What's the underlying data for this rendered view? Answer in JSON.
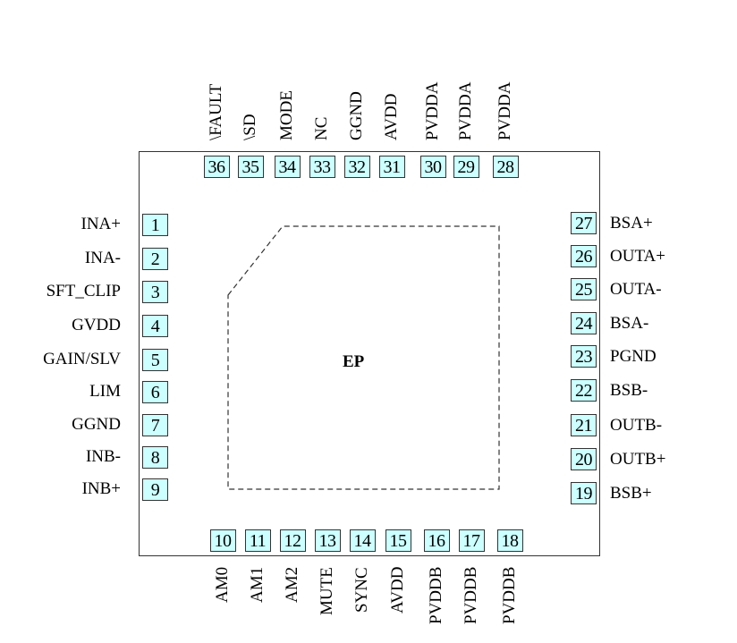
{
  "diagram": {
    "type": "ic-pinout",
    "package_pad_color": "#ccffff",
    "exposed_pad_label": "EP",
    "top_pins": [
      {
        "number": "36",
        "name": "\\FAULT"
      },
      {
        "number": "35",
        "name": "\\SD"
      },
      {
        "number": "34",
        "name": "MODE"
      },
      {
        "number": "33",
        "name": "NC"
      },
      {
        "number": "32",
        "name": "GGND"
      },
      {
        "number": "31",
        "name": "AVDD"
      },
      {
        "number": "30",
        "name": "PVDDA"
      },
      {
        "number": "29",
        "name": "PVDDA"
      },
      {
        "number": "28",
        "name": "PVDDA"
      }
    ],
    "left_pins": [
      {
        "number": "1",
        "name": "INA+"
      },
      {
        "number": "2",
        "name": "INA-"
      },
      {
        "number": "3",
        "name": "SFT_CLIP"
      },
      {
        "number": "4",
        "name": "GVDD"
      },
      {
        "number": "5",
        "name": "GAIN/SLV"
      },
      {
        "number": "6",
        "name": "LIM"
      },
      {
        "number": "7",
        "name": "GGND"
      },
      {
        "number": "8",
        "name": "INB-"
      },
      {
        "number": "9",
        "name": "INB+"
      }
    ],
    "right_pins": [
      {
        "number": "27",
        "name": "BSA+"
      },
      {
        "number": "26",
        "name": "OUTA+"
      },
      {
        "number": "25",
        "name": "OUTA-"
      },
      {
        "number": "24",
        "name": "BSA-"
      },
      {
        "number": "23",
        "name": "PGND"
      },
      {
        "number": "22",
        "name": "BSB-"
      },
      {
        "number": "21",
        "name": "OUTB-"
      },
      {
        "number": "20",
        "name": "OUTB+"
      },
      {
        "number": "19",
        "name": "BSB+"
      }
    ],
    "bottom_pins": [
      {
        "number": "10",
        "name": "AM0"
      },
      {
        "number": "11",
        "name": "AM1"
      },
      {
        "number": "12",
        "name": "AM2"
      },
      {
        "number": "13",
        "name": "MUTE"
      },
      {
        "number": "14",
        "name": "SYNC"
      },
      {
        "number": "15",
        "name": "AVDD"
      },
      {
        "number": "16",
        "name": "PVDDB"
      },
      {
        "number": "17",
        "name": "PVDDB"
      },
      {
        "number": "18",
        "name": "PVDDB"
      }
    ]
  }
}
